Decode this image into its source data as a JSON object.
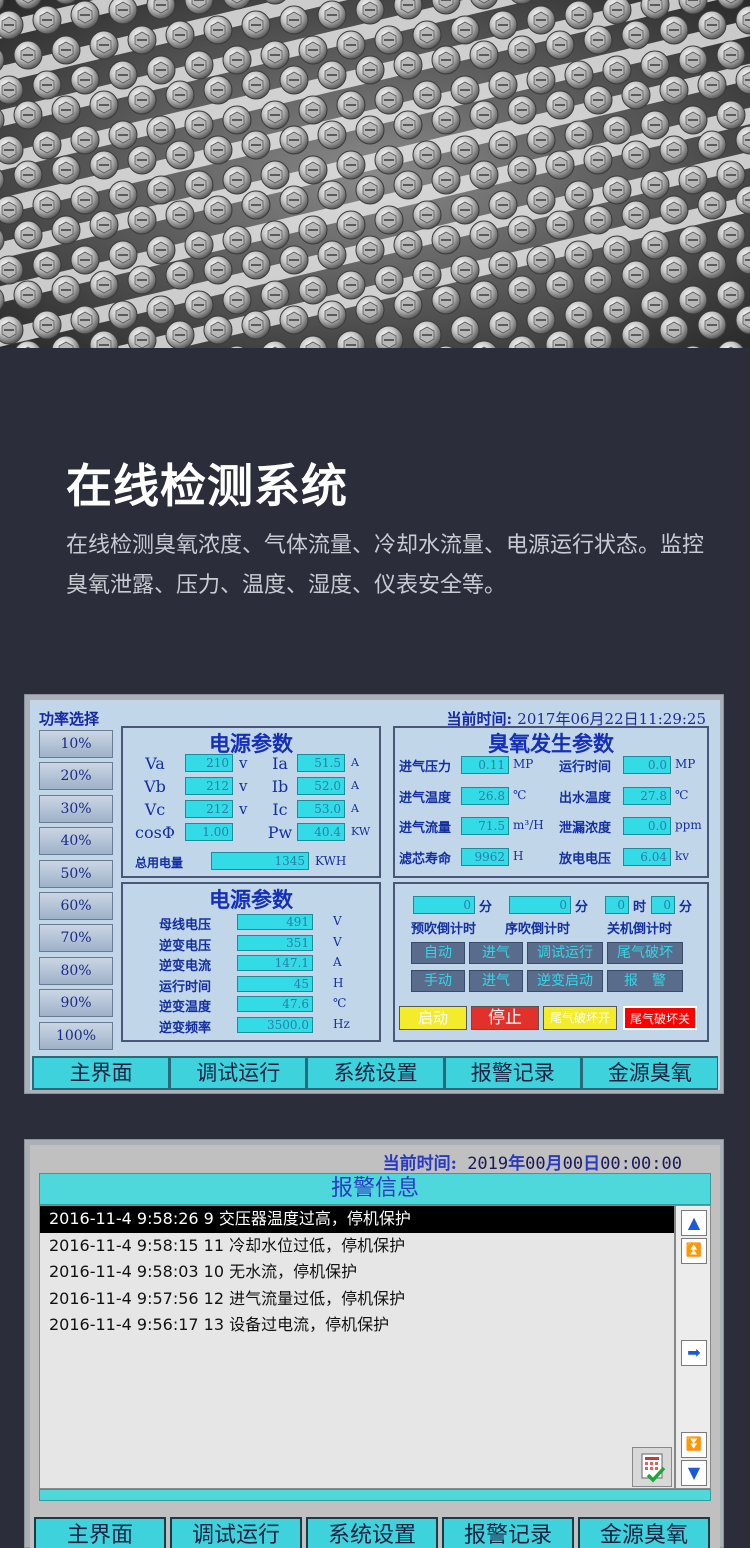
{
  "hero": {
    "title": "在线检测系统",
    "description": "在线检测臭氧浓度、气体流量、冷却水流量、电源运行状态。监控臭氧泄露、压力、温度、湿度、仪表安全等。"
  },
  "hmi1": {
    "power_select_title": "功率选择",
    "current_time_label": "当前时间:",
    "current_time_value": "2017年06月22日11:29:25",
    "power_buttons": [
      "10%",
      "20%",
      "30%",
      "40%",
      "50%",
      "60%",
      "70%",
      "80%",
      "90%",
      "100%"
    ],
    "power_params": {
      "title": "电源参数",
      "rows": [
        {
          "l1": "Va",
          "v1": "210",
          "u1": "v",
          "l2": "Ia",
          "v2": "51.5",
          "u2": "A"
        },
        {
          "l1": "Vb",
          "v1": "212",
          "u1": "v",
          "l2": "Ib",
          "v2": "52.0",
          "u2": "A"
        },
        {
          "l1": "Vc",
          "v1": "212",
          "u1": "v",
          "l2": "Ic",
          "v2": "53.0",
          "u2": "A"
        },
        {
          "l1": "cosΦ",
          "v1": "1.00",
          "u1": "",
          "l2": "Pw",
          "v2": "40.4",
          "u2": "KW"
        }
      ],
      "total_label": "总用电量",
      "total_value": "1345",
      "total_unit": "KWH"
    },
    "power_params2": {
      "title": "电源参数",
      "rows": [
        {
          "label": "母线电压",
          "value": "491",
          "unit": "V"
        },
        {
          "label": "逆变电压",
          "value": "351",
          "unit": "V"
        },
        {
          "label": "逆变电流",
          "value": "147.1",
          "unit": "A"
        },
        {
          "label": "运行时间",
          "value": "45",
          "unit": "H"
        },
        {
          "label": "逆变温度",
          "value": "47.6",
          "unit": "℃"
        },
        {
          "label": "逆变频率",
          "value": "3500.0",
          "unit": "Hz"
        }
      ]
    },
    "ozone_params": {
      "title": "臭氧发生参数",
      "rows": [
        {
          "l1": "进气压力",
          "v1": "0.11",
          "u1": "MP",
          "l2": "运行时间",
          "v2": "0.0",
          "u2": "MP"
        },
        {
          "l1": "进气温度",
          "v1": "26.8",
          "u1": "℃",
          "l2": "出水温度",
          "v2": "27.8",
          "u2": "℃"
        },
        {
          "l1": "进气流量",
          "v1": "71.5",
          "u1": "m³/H",
          "l2": "泄漏浓度",
          "v2": "0.0",
          "u2": "ppm"
        },
        {
          "l1": "滤芯寿命",
          "v1": "9962",
          "u1": "H",
          "l2": "放电电压",
          "v2": "6.04",
          "u2": "kv"
        }
      ]
    },
    "timers": {
      "pre_value": "0",
      "pre_unit": "分",
      "pre_label": "预吹倒计时",
      "seq_value": "0",
      "seq_unit": "分",
      "seq_label": "序吹倒计时",
      "off_h": "0",
      "off_h_unit": "时",
      "off_m": "0",
      "off_m_unit": "分",
      "off_label": "关机倒计时"
    },
    "mode_buttons": {
      "row1": [
        "自动",
        "进气",
        "调试运行",
        "尾气破坏"
      ],
      "row2": [
        "手动",
        "进气",
        "逆变启动",
        "报　警"
      ]
    },
    "control_buttons": {
      "start": "启动",
      "stop": "停止",
      "tail_on": "尾气破坏开",
      "tail_off": "尾气破坏关"
    },
    "nav": [
      "主界面",
      "调试运行",
      "系统设置",
      "报警记录",
      "金源臭氧"
    ]
  },
  "hmi2": {
    "current_time_label": "当前时间:",
    "time": {
      "y": "2019",
      "yl": "年",
      "m": "00",
      "ml": "月",
      "d": "00",
      "dl": "日",
      "hms": "00:00:00"
    },
    "alarm_title": "报警信息",
    "alarms": [
      "2016-11-4 9:58:26 9 交压器温度过高，停机保护",
      "2016-11-4 9:58:15 11 冷却水位过低，停机保护",
      "2016-11-4 9:58:03 10 无水流，停机保护",
      "2016-11-4 9:57:56 12 进气流量过低，停机保护",
      "2016-11-4 9:56:17 13 设备过电流，停机保护"
    ],
    "nav": [
      "主界面",
      "调试运行",
      "系统设置",
      "报警记录",
      "金源臭氧"
    ]
  },
  "colors": {
    "page_bg": "#2b2d3b",
    "screen_bg": "#c2d6ea",
    "cyan": "#3ed3dc",
    "accent_blue": "#1530b8"
  },
  "icons": [
    "scroll-top-icon",
    "scroll-page-up-icon",
    "scroll-go-icon",
    "scroll-page-down-icon",
    "scroll-bottom-icon",
    "clear-records-icon"
  ]
}
